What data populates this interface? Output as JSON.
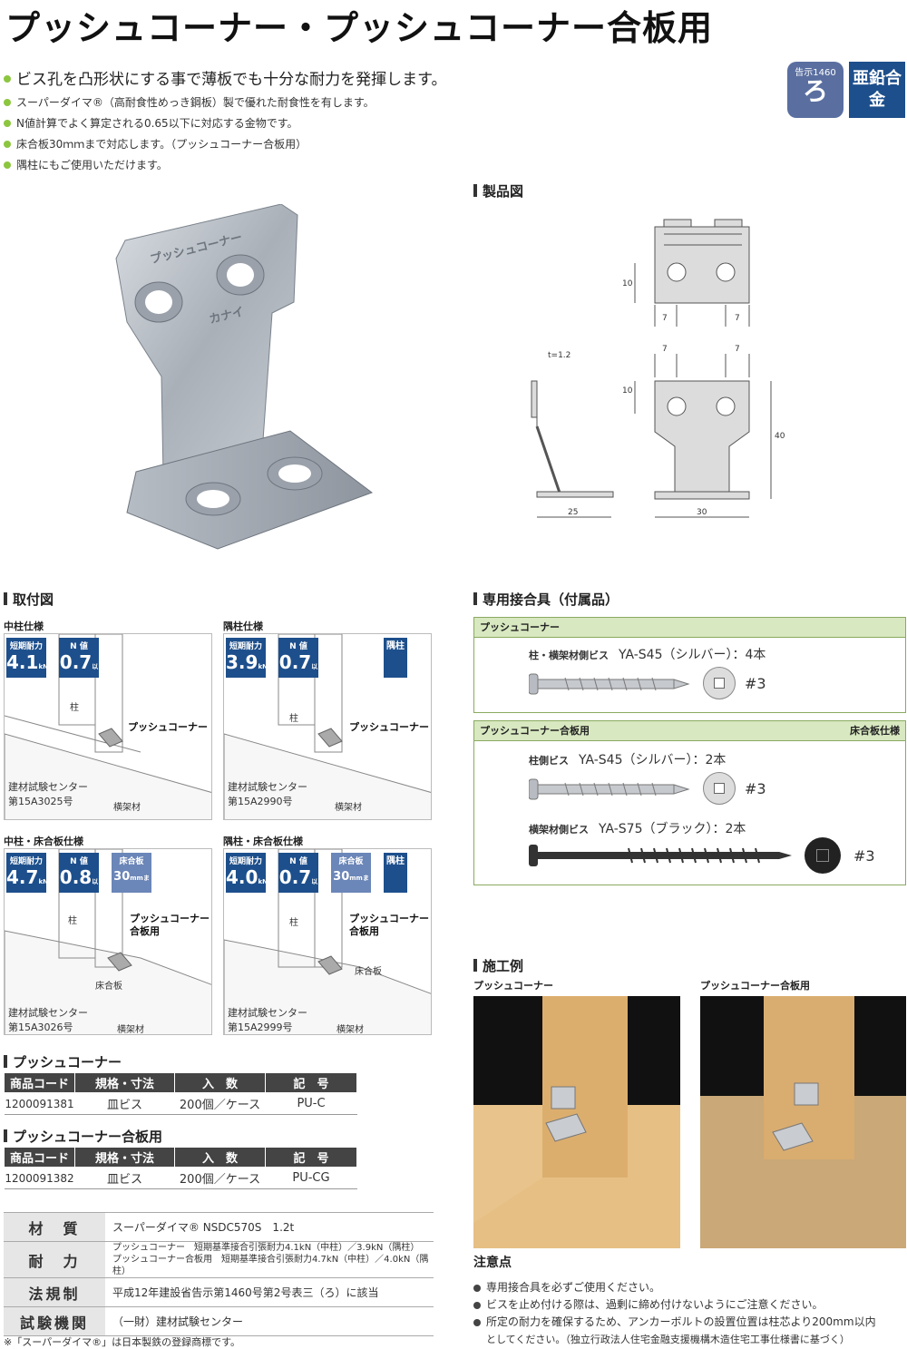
{
  "title": "プッシュコーナー・プッシュコーナー合板用",
  "bullets": [
    "ビス孔を凸形状にする事で薄板でも十分な耐力を発揮します。",
    "スーパーダイマ®（高耐食性めっき鋼板）製で優れた耐食性を有します。",
    "N値計算でよく算定される0.65以下に対応する金物です。",
    "床合板30ｍｍまで対応します。（プッシュコーナー合板用）",
    "隅柱にもご使用いただけます。"
  ],
  "badges": {
    "notice_small": "告示1460",
    "notice_big": "ろ",
    "alloy": "亜鉛合金"
  },
  "product_drawing": {
    "heading": "製品図",
    "dims": {
      "d10a": "10",
      "d7a": "7",
      "d7b": "7",
      "t": "t=1.2",
      "d7c": "7",
      "d7d": "7",
      "d10b": "10",
      "d40": "40",
      "d25": "25",
      "d30": "30"
    }
  },
  "photo_text": {
    "stamp1": "プッシュコーナー",
    "stamp2": "カナイ"
  },
  "install": {
    "heading": "取付図",
    "panels": [
      {
        "title": "中柱仕様",
        "short_label": "短期耐力",
        "short_value": "4.1",
        "short_unit": "kN",
        "n_label": "N 値",
        "n_value": "0.7",
        "n_unit": "以下",
        "col": "柱",
        "product": "プッシュコーナー",
        "center": "建材試験センター",
        "number": "第15A3025号",
        "beam": "横架材"
      },
      {
        "title": "隅柱仕様",
        "short_label": "短期耐力",
        "short_value": "3.9",
        "short_unit": "kN",
        "n_label": "N 値",
        "n_value": "0.7",
        "n_unit": "以下",
        "corner": "隅柱",
        "col": "柱",
        "product": "プッシュコーナー",
        "center": "建材試験センター",
        "number": "第15A2990号",
        "beam": "横架材"
      },
      {
        "title": "中柱・床合板仕様",
        "short_label": "短期耐力",
        "short_value": "4.7",
        "short_unit": "kN",
        "n_label": "N 値",
        "n_value": "0.8",
        "n_unit": "以下",
        "floor_label": "床合板",
        "floor_value": "30",
        "floor_unit": "mmまで",
        "col": "柱",
        "product1": "プッシュコーナー",
        "product2": "合板用",
        "floor": "床合板",
        "center": "建材試験センター",
        "number": "第15A3026号",
        "beam": "横架材"
      },
      {
        "title": "隅柱・床合板仕様",
        "short_label": "短期耐力",
        "short_value": "4.0",
        "short_unit": "kN",
        "n_label": "N 値",
        "n_value": "0.7",
        "n_unit": "以下",
        "floor_label": "床合板",
        "floor_value": "30",
        "floor_unit": "mmまで",
        "corner": "隅柱",
        "col": "柱",
        "product1": "プッシュコーナー",
        "product2": "合板用",
        "floor": "床合板",
        "center": "建材試験センター",
        "number": "第15A2999号",
        "beam": "横架材"
      }
    ]
  },
  "fasteners": {
    "heading": "専用接合具（付属品）",
    "box1": {
      "title": "プッシュコーナー",
      "label": "柱・横架材側ビス",
      "model": "YA-S45（シルバー）：4本",
      "size": "#3"
    },
    "box2": {
      "title": "プッシュコーナー合板用",
      "right": "床合板仕様",
      "item1_label": "柱側ビス",
      "item1_model": "YA-S45（シルバー）：2本",
      "item1_size": "#3",
      "item2_label": "横架材側ビス",
      "item2_model": "YA-S75（ブラック）：2本",
      "item2_size": "#3"
    }
  },
  "tables": [
    {
      "title": "プッシュコーナー",
      "headers": [
        "商品コード",
        "規格・寸法",
        "入　数",
        "記　号"
      ],
      "row": [
        "1200091381",
        "皿ビス",
        "200個／ケース",
        "PU-C"
      ]
    },
    {
      "title": "プッシュコーナー合板用",
      "headers": [
        "商品コード",
        "規格・寸法",
        "入　数",
        "記　号"
      ],
      "row": [
        "1200091382",
        "皿ビス",
        "200個／ケース",
        "PU-CG"
      ]
    }
  ],
  "spec": {
    "material_h": "材　質",
    "material": "スーパーダイマ® NSDC570S　1.2t",
    "strength_h": "耐　力",
    "strength1a": "プッシュコーナー",
    "strength1b": "短期基準接合引張耐力4.1kN（中柱）／3.9kN（隅柱）",
    "strength2a": "プッシュコーナー合板用",
    "strength2b": "短期基準接合引張耐力4.7kN（中柱）／4.0kN（隅柱）",
    "law_h": "法規制",
    "law": "平成12年建設省告示第1460号第2号表三（ろ）に該当",
    "lab_h": "試験機関",
    "lab": "（一財）建材試験センター",
    "footnote": "※「スーパーダイマ®」は日本製鉄の登録商標です。"
  },
  "examples": {
    "heading": "施工例",
    "left": "プッシュコーナー",
    "right": "プッシュコーナー合板用"
  },
  "notes": {
    "heading": "注意点",
    "items": [
      "専用接合具を必ずご使用ください。",
      "ビスを止め付ける際は、過剰に締め付けないようにご注意ください。",
      "所定の耐力を確保するため、アンカーボルトの設置位置は柱芯より200mm以内"
    ],
    "item3b": "としてください。（独立行政法人住宅金融支援機構木造住宅工事仕様書に基づく）"
  },
  "colors": {
    "navy": "#1d4f8c",
    "green": "#8cc63f",
    "fastener_head": "#d8e8c0"
  }
}
